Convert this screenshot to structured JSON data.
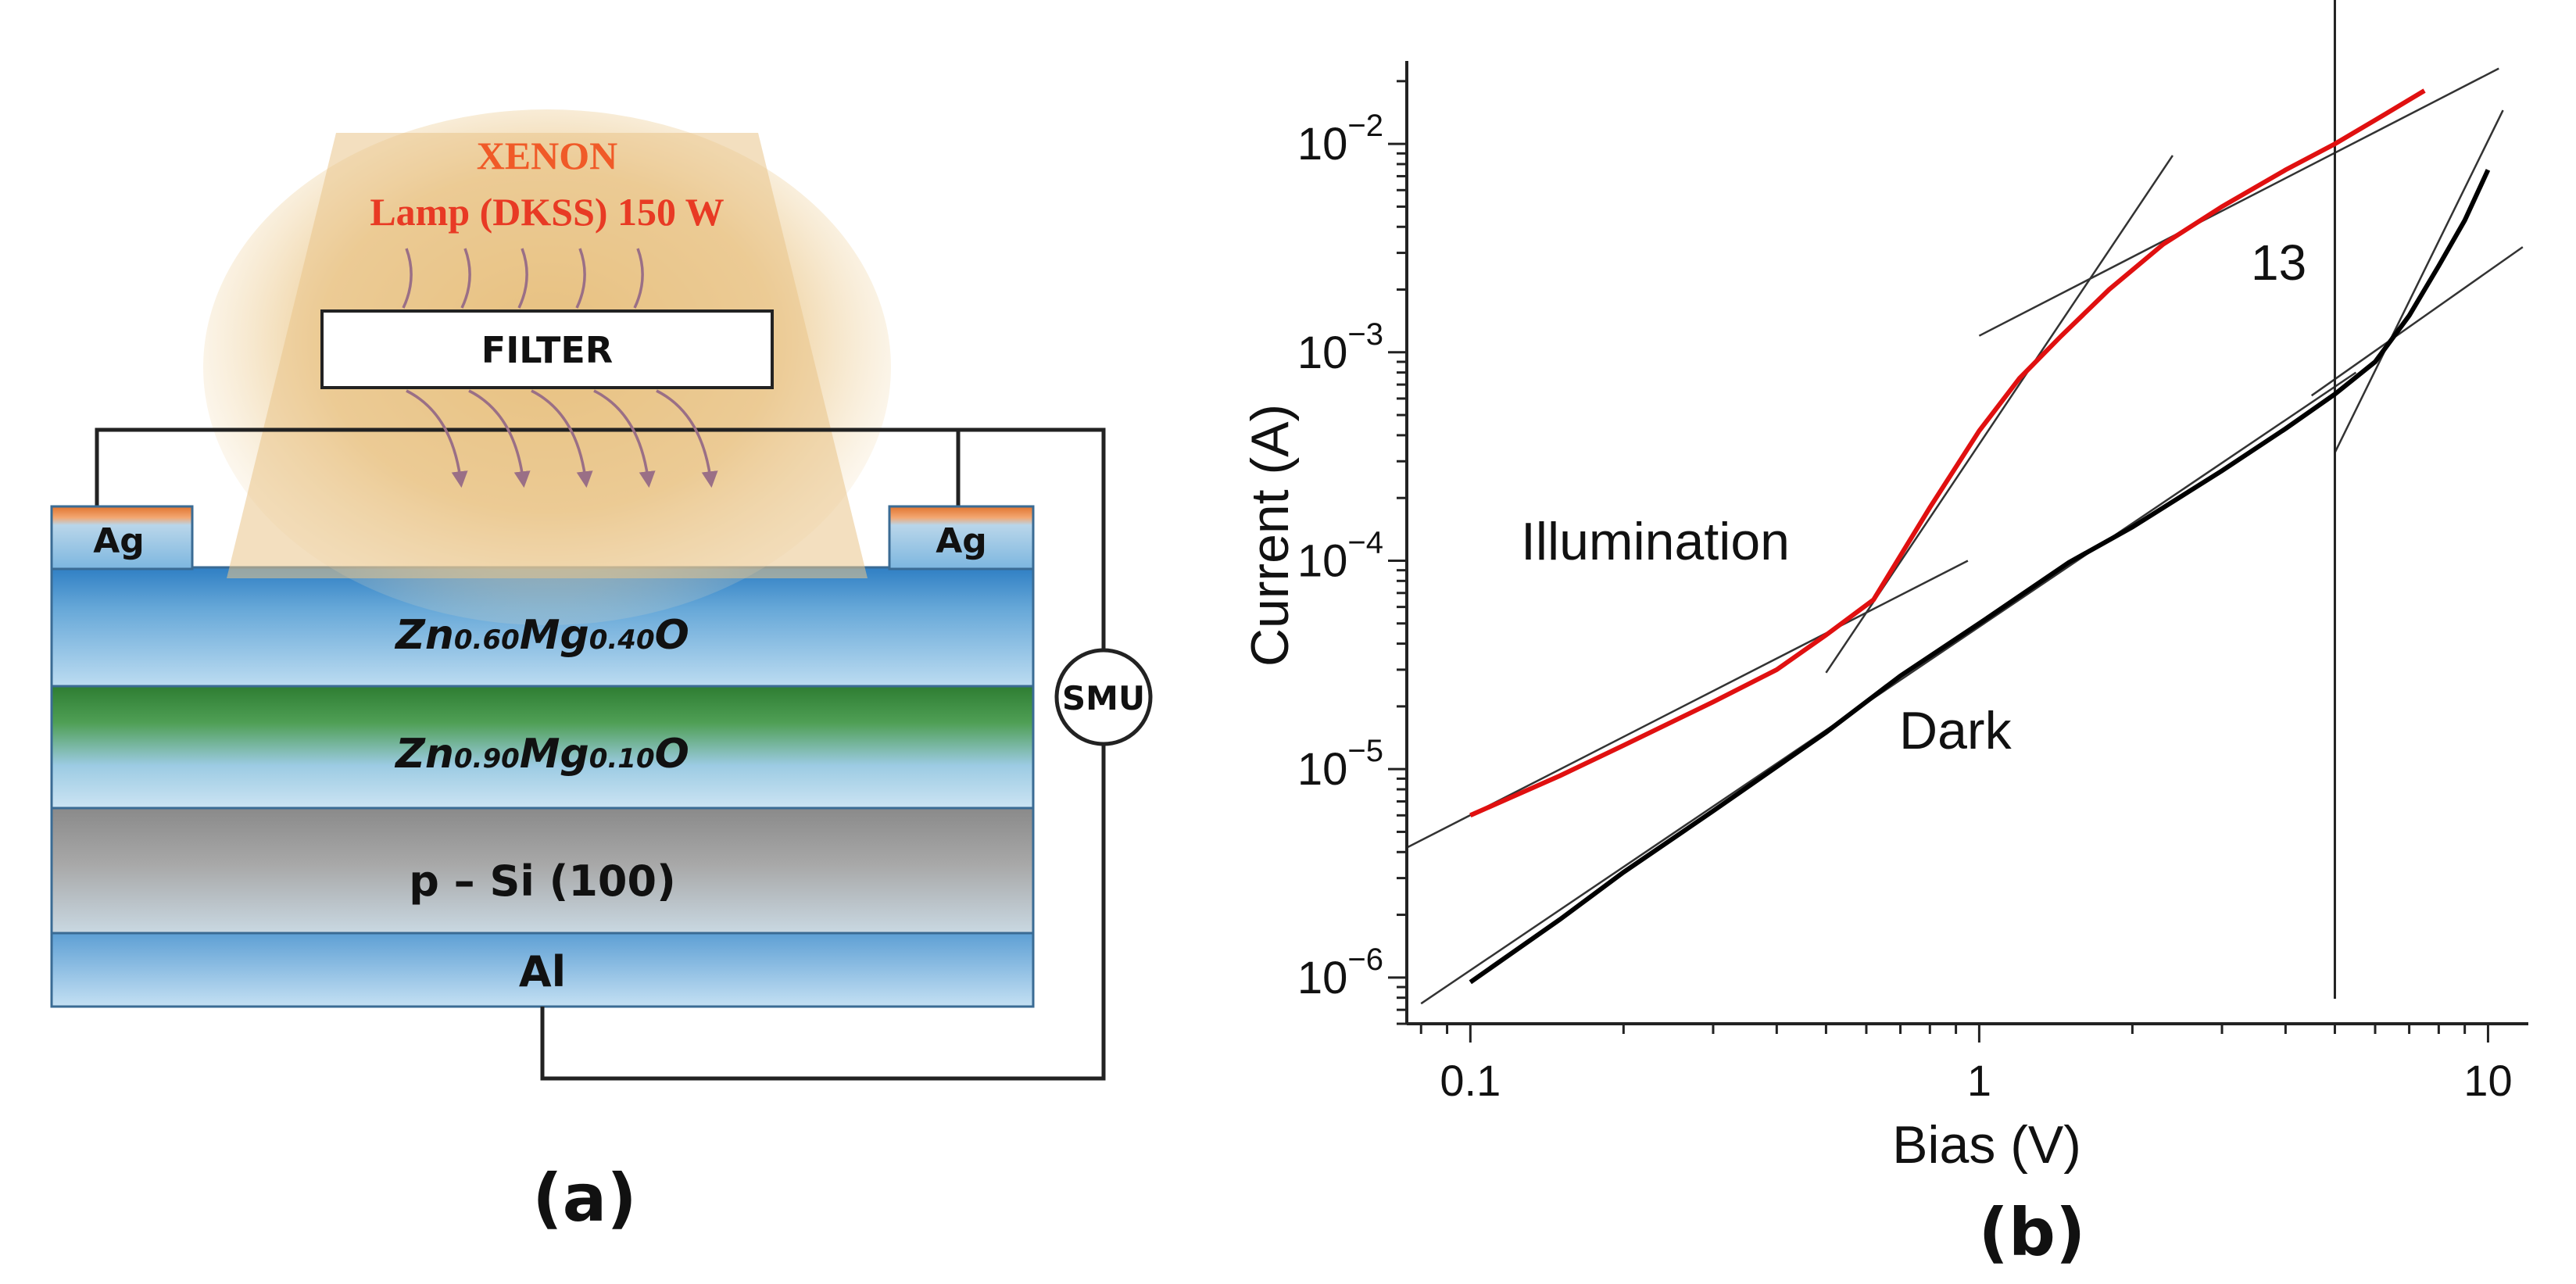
{
  "panel_a": {
    "lamp_line1": "XENON",
    "lamp_line2": "Lamp (DKSS) 150 W",
    "filter": "FILTER",
    "electrode_left": "Ag",
    "electrode_right": "Ag",
    "layer1": {
      "base1": "Zn",
      "sub1": "0.60",
      "base2": "Mg",
      "sub2": "0.40",
      "base3": "O"
    },
    "layer2": {
      "base1": "Zn",
      "sub1": "0.90",
      "base2": "Mg",
      "sub2": "0.10",
      "base3": "O"
    },
    "substrate": "p – Si (100)",
    "back_contact": "Al",
    "meter": "SMU",
    "caption": "(a)"
  },
  "panel_b": {
    "caption": "(b)",
    "annotation_number": "13",
    "label_illumination": "Illumination",
    "label_dark": "Dark"
  },
  "colors": {
    "illumination": "#e01010",
    "dark": "#000000",
    "lamp_glow": "#e6c183",
    "zmo_layer": "#7fb6dd",
    "green_layer": "#3d8a3d",
    "si_layer": "#a9a9a9"
  },
  "chart_data": {
    "type": "line",
    "xlabel": "Bias (V)",
    "ylabel": "Current (A)",
    "xscale": "log",
    "yscale": "log",
    "xlim": [
      0.075,
      12
    ],
    "ylim": [
      6e-07,
      0.025
    ],
    "x_ticks": [
      {
        "value": 0.1,
        "label": "0.1"
      },
      {
        "value": 1,
        "label": "1"
      },
      {
        "value": 10,
        "label": "10"
      }
    ],
    "y_ticks": [
      {
        "value": 1e-06,
        "exp": "−6"
      },
      {
        "value": 1e-05,
        "exp": "−5"
      },
      {
        "value": 0.0001,
        "exp": "−4"
      },
      {
        "value": 0.001,
        "exp": "−3"
      },
      {
        "value": 0.01,
        "exp": "−2"
      }
    ],
    "y_tick_base": "10",
    "vertical_line_x": 5,
    "series": [
      {
        "name": "Illumination",
        "color": "#e01010",
        "x": [
          0.1,
          0.15,
          0.2,
          0.3,
          0.4,
          0.5,
          0.62,
          0.8,
          1.0,
          1.2,
          1.45,
          1.8,
          2.3,
          3.0,
          4.0,
          5.0,
          6.0,
          7.5
        ],
        "y": [
          6e-06,
          9.3e-06,
          1.3e-05,
          2.1e-05,
          3e-05,
          4.4e-05,
          6.5e-05,
          0.00018,
          0.00042,
          0.00075,
          0.0012,
          0.002,
          0.0033,
          0.005,
          0.0075,
          0.01,
          0.013,
          0.018
        ]
      },
      {
        "name": "Dark",
        "color": "#000000",
        "x": [
          0.1,
          0.15,
          0.2,
          0.3,
          0.5,
          0.7,
          1.0,
          1.5,
          2.0,
          3.0,
          4.0,
          5.0,
          6.0,
          7.0,
          8.0,
          9.0,
          10.0
        ],
        "y": [
          9.5e-07,
          1.9e-06,
          3.2e-06,
          6.3e-06,
          1.5e-05,
          2.8e-05,
          5e-05,
          9.8e-05,
          0.000145,
          0.00027,
          0.00043,
          0.00063,
          0.0009,
          0.0015,
          0.0026,
          0.0043,
          0.0075
        ]
      }
    ],
    "fit_lines": [
      {
        "x1": 0.075,
        "y1": 4.2e-06,
        "x2": 0.95,
        "y2": 0.0001
      },
      {
        "x1": 0.5,
        "y1": 2.9e-05,
        "x2": 2.4,
        "y2": 0.0088
      },
      {
        "x1": 1.0,
        "y1": 0.0012,
        "x2": 10.5,
        "y2": 0.023
      },
      {
        "x1": 0.08,
        "y1": 7.5e-07,
        "x2": 5.5,
        "y2": 0.0008
      },
      {
        "x1": 5.0,
        "y1": 0.00033,
        "x2": 10.7,
        "y2": 0.0145
      },
      {
        "x1": 4.5,
        "y1": 0.00062,
        "x2": 11.7,
        "y2": 0.0032
      }
    ]
  }
}
